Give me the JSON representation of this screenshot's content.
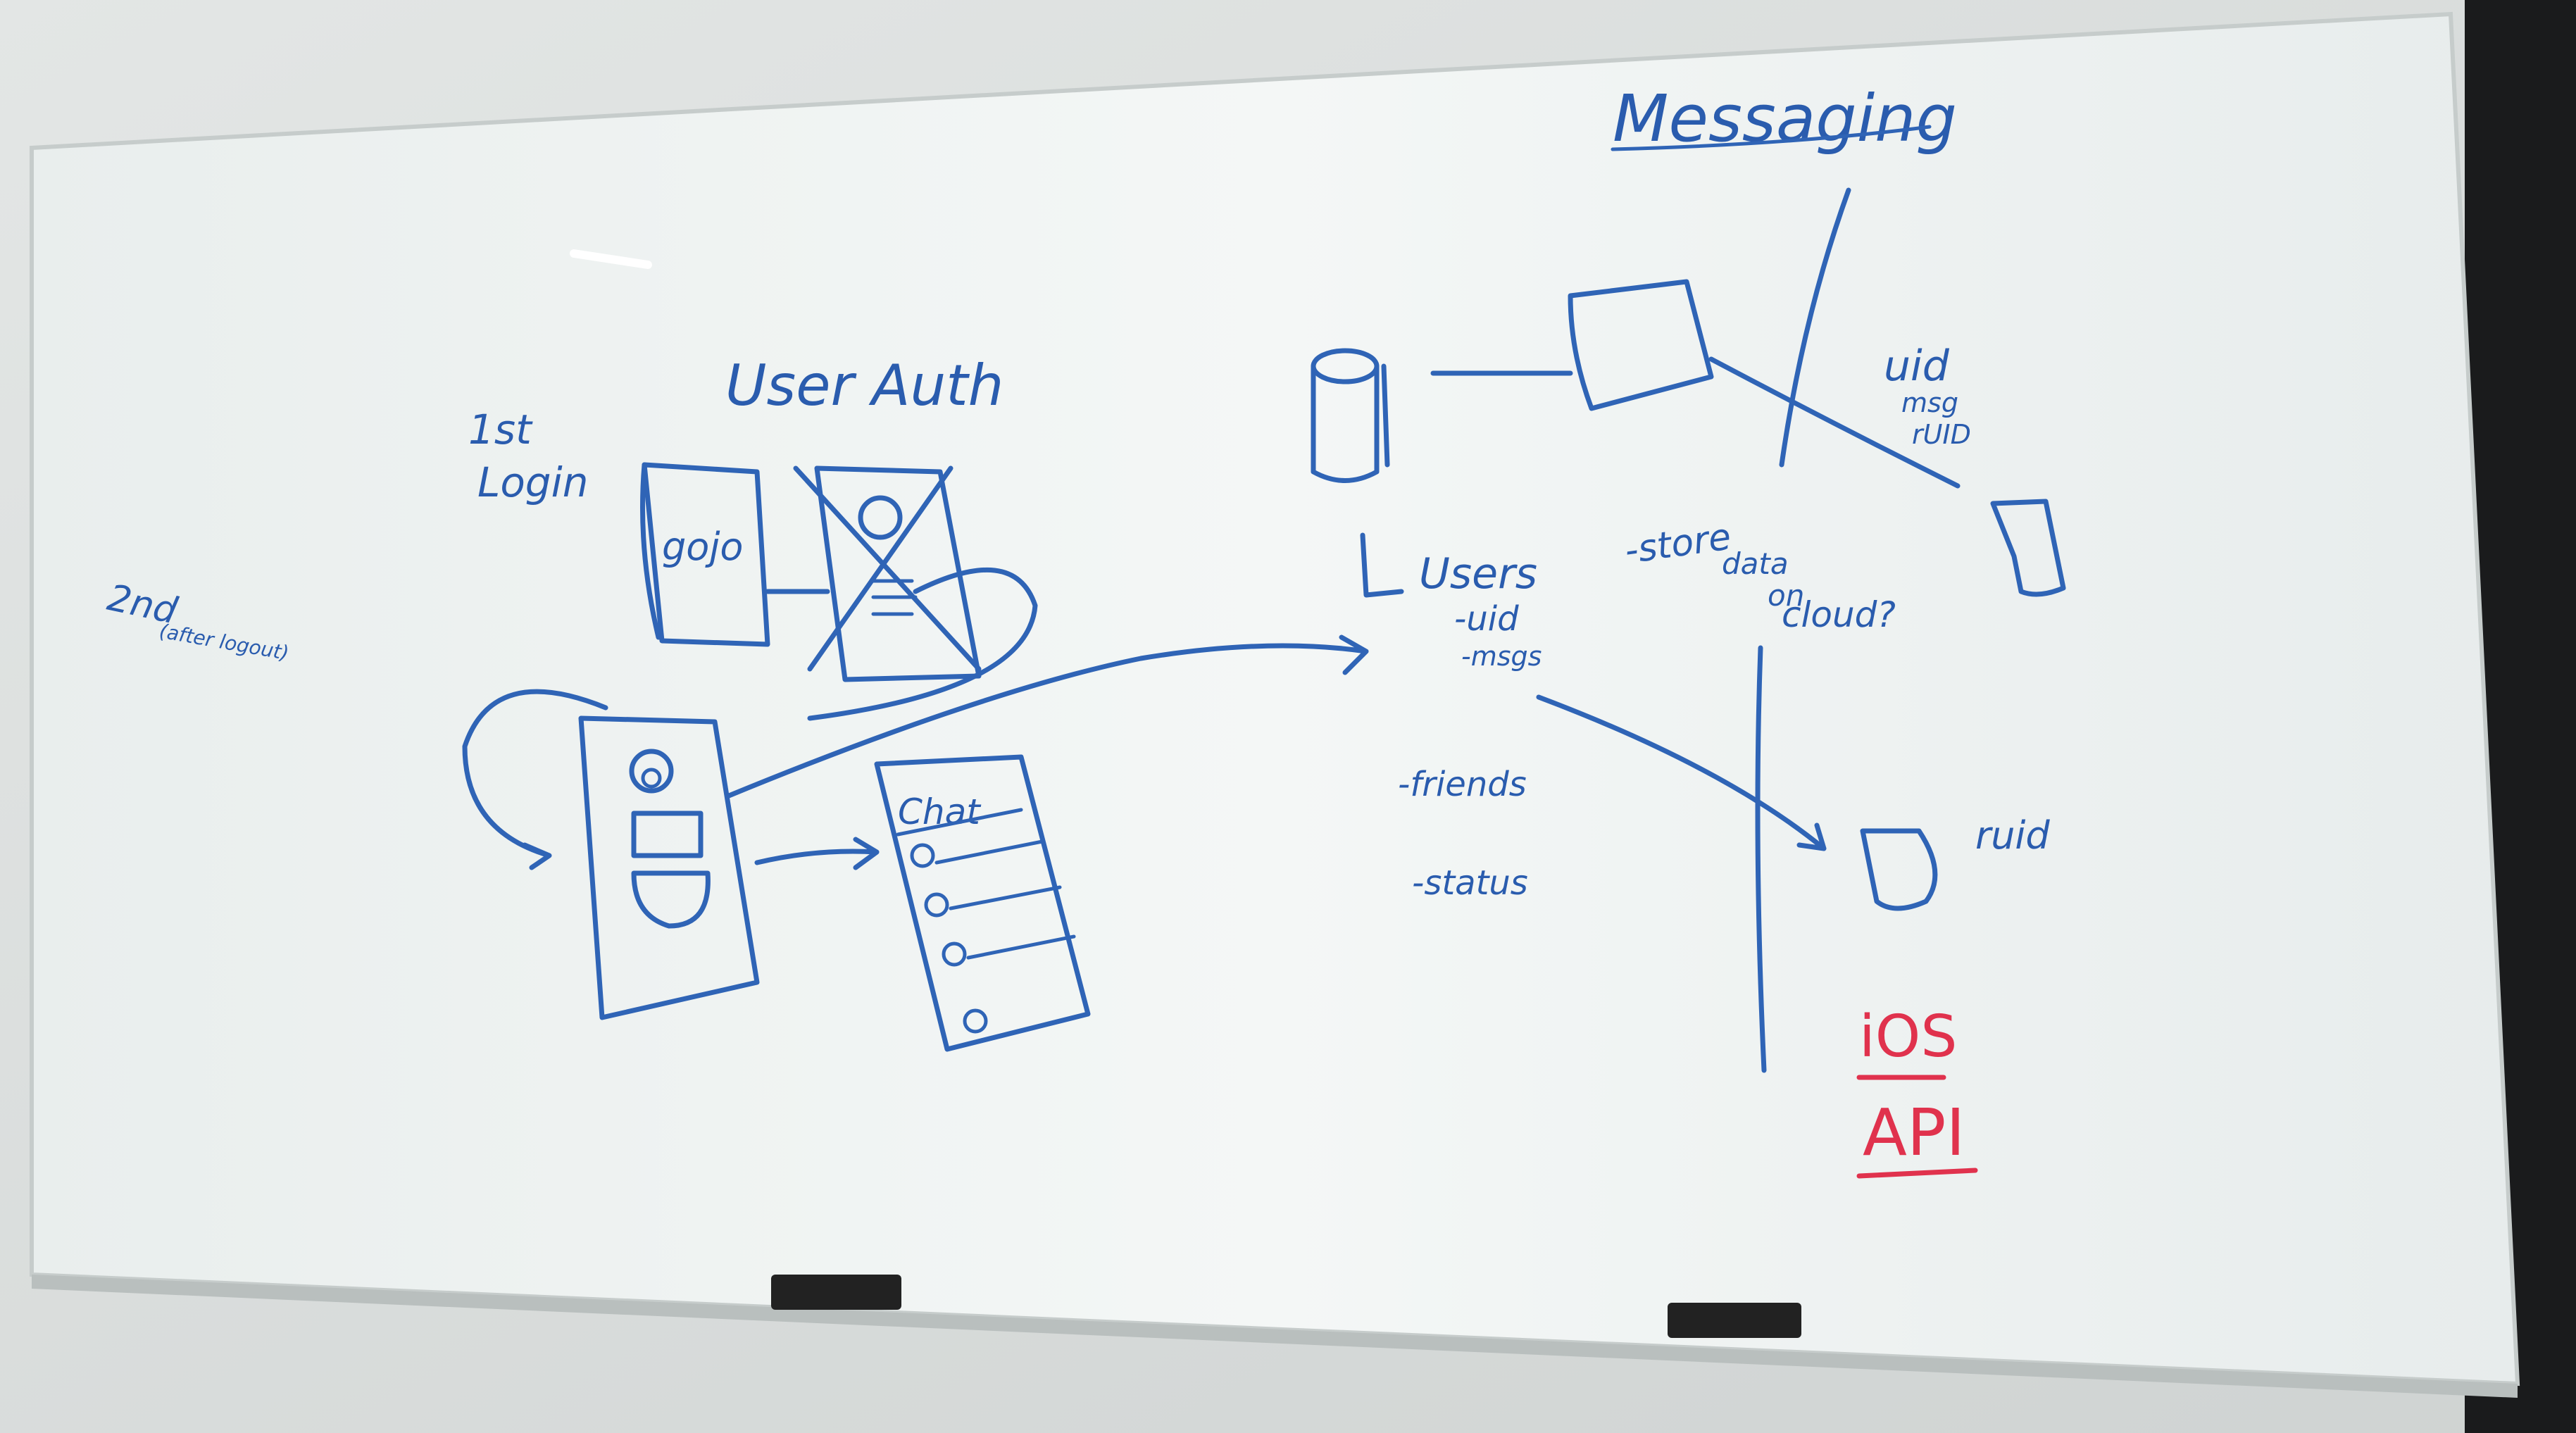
{
  "title": "Messaging",
  "sections": {
    "user_auth": "User Auth",
    "first_login": [
      "1st",
      "Login"
    ],
    "second_login": [
      "2nd",
      "(after logout)"
    ]
  },
  "screens": {
    "login_logo": "gojo",
    "chat_list": "Chat"
  },
  "users_schema": {
    "title": "Users",
    "fields": [
      "-uid",
      "-msgs",
      "-friends",
      "-status"
    ]
  },
  "cloud_note": [
    "-store",
    "data",
    "on",
    "cloud?"
  ],
  "message_fields": [
    "uid",
    "msg",
    "rUID"
  ],
  "receiver_label": "ruid",
  "platform_note": [
    "iOS",
    "API"
  ],
  "colors": {
    "marker_blue": "#2f64b6",
    "marker_red": "#e0324d",
    "board": "#eef2f1"
  }
}
